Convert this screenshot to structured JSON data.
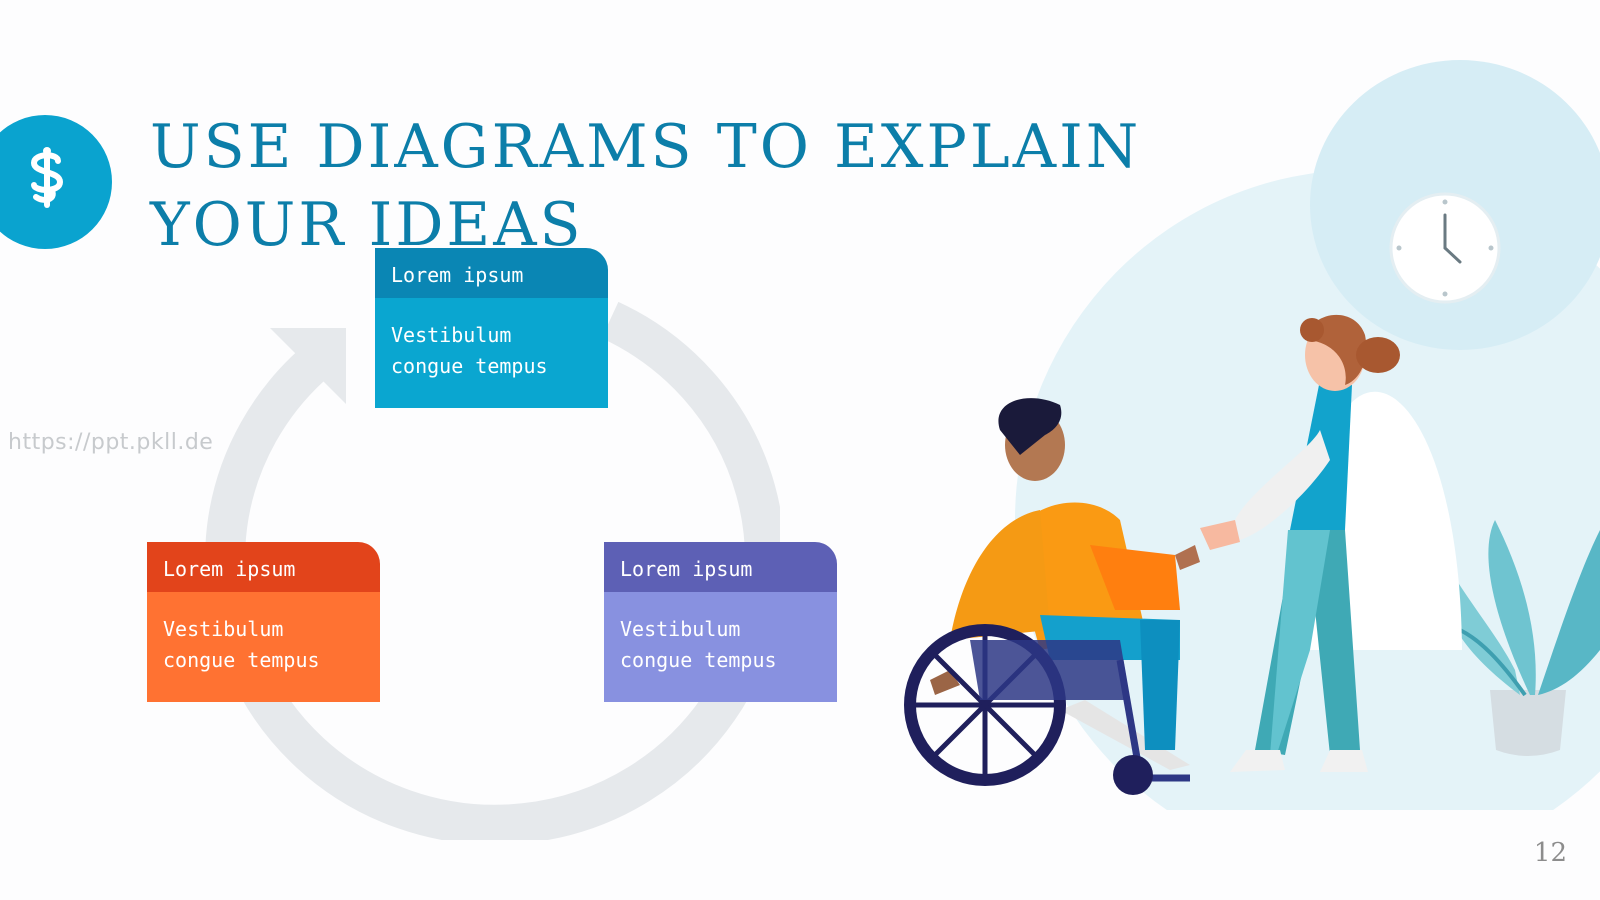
{
  "slide": {
    "title": "USE DIAGRAMS TO EXPLAIN YOUR IDEAS",
    "watermark": "https://ppt.pkll.de",
    "page_number": "12",
    "logo_icon": "caduceus-icon"
  },
  "cycle": {
    "cards": [
      {
        "id": "top",
        "header": "Lorem ipsum",
        "body": "Vestibulum\ncongue tempus",
        "header_color": "#0a86b4",
        "body_color": "#0aa6d0"
      },
      {
        "id": "left",
        "header": "Lorem ipsum",
        "body": "Vestibulum\ncongue tempus",
        "header_color": "#e2441b",
        "body_color": "#ff7232"
      },
      {
        "id": "right",
        "header": "Lorem ipsum",
        "body": "Vestibulum\ncongue tempus",
        "header_color": "#5d60b5",
        "body_color": "#8891e0"
      }
    ],
    "ring_color": "#e6e9ec"
  },
  "illustration": {
    "subject": "wheelchair-user-and-doctor",
    "icons": [
      "clock-icon",
      "wheelchair-icon",
      "plant-icon"
    ]
  }
}
